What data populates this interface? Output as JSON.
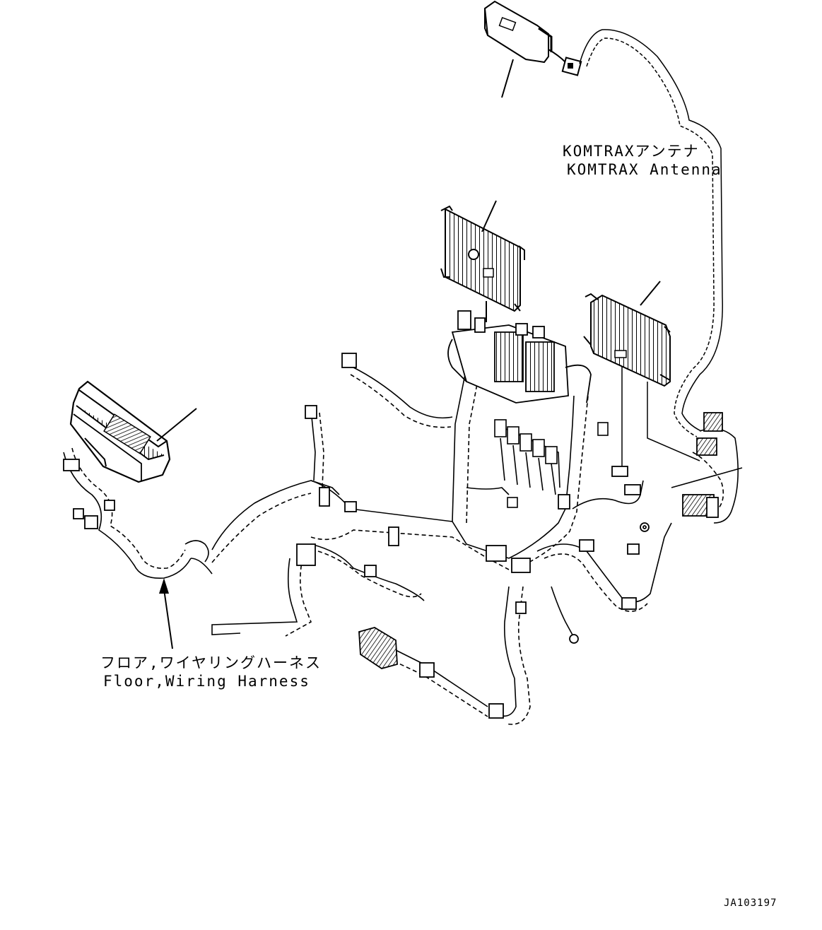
{
  "labels": {
    "komtrax_jp": "KOMTRAXアンテナ",
    "komtrax_en": "KOMTRAX Antenna",
    "harness_jp": "フロア,ワイヤリングハーネス",
    "harness_en": "Floor,Wiring Harness"
  },
  "drawing_code": "JA103197"
}
